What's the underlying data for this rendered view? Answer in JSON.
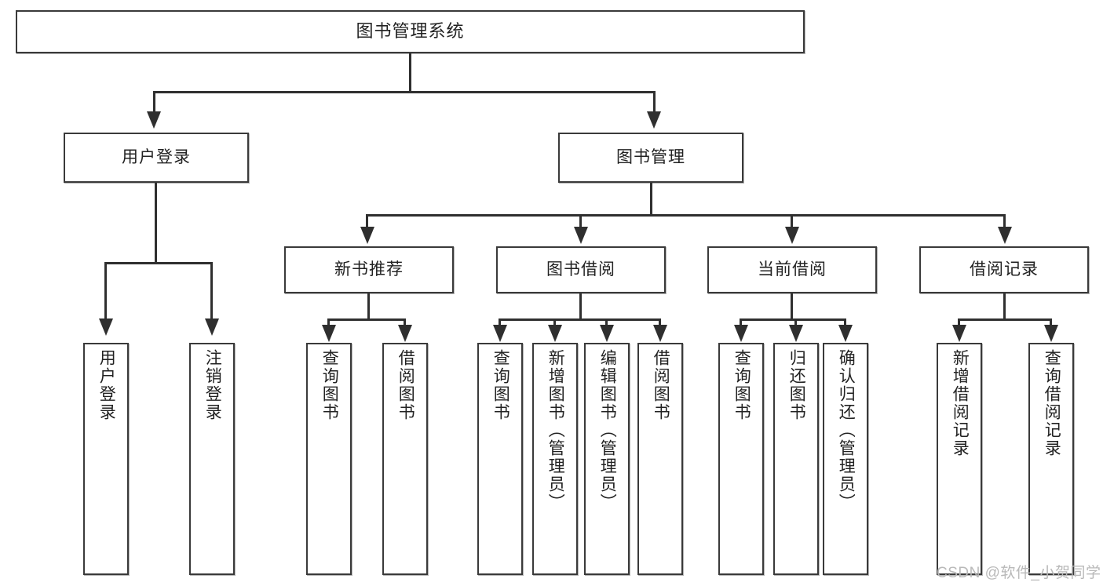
{
  "diagram": {
    "type": "tree-hierarchy-diagram",
    "title": "图书管理系统",
    "root": {
      "label": "图书管理系统"
    },
    "level2": [
      {
        "label": "用户登录"
      },
      {
        "label": "图书管理"
      }
    ],
    "level3": [
      {
        "label": "新书推荐"
      },
      {
        "label": "图书借阅"
      },
      {
        "label": "当前借阅"
      },
      {
        "label": "借阅记录"
      }
    ],
    "leaves": {
      "user_login": [
        {
          "label": "用户登录"
        },
        {
          "label": "注销登录"
        }
      ],
      "new_book_recommend": [
        {
          "label": "查询图书"
        },
        {
          "label": "借阅图书"
        }
      ],
      "book_borrow": [
        {
          "label": "查询图书"
        },
        {
          "label": "新增图书（管理员）"
        },
        {
          "label": "编辑图书（管理员）"
        },
        {
          "label": "借阅图书"
        }
      ],
      "current_borrow": [
        {
          "label": "查询图书"
        },
        {
          "label": "归还图书"
        },
        {
          "label": "确认归还（管理员）"
        }
      ],
      "borrow_records": [
        {
          "label": "新增借阅记录"
        },
        {
          "label": "查询借阅记录"
        }
      ]
    }
  },
  "watermark": {
    "text": "CSDN @软件_小贺同学"
  },
  "colors": {
    "stroke": "#3a3a3a",
    "line": "#2f2f2f",
    "text": "#222222",
    "background": "#ffffff",
    "watermark": "#b9b9b9"
  }
}
